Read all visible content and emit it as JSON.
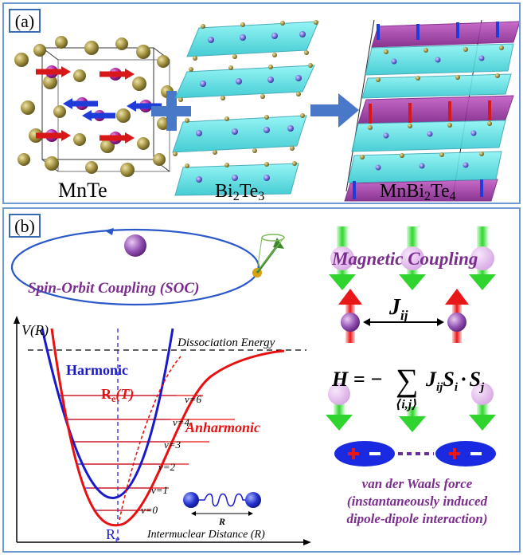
{
  "panel_a": {
    "tag": "(a)",
    "mnte_label": "MnTe",
    "bi2te3_label": {
      "base": "Bi",
      "sub1": "2",
      "mid": "Te",
      "sub2": "3"
    },
    "mnbi2te4_label": {
      "base": "MnBi",
      "sub1": "2",
      "mid": "Te",
      "sub2": "4"
    }
  },
  "panel_b": {
    "tag": "(b)",
    "soc_label": "Spin-Orbit Coupling (SOC)",
    "magnetic_label": "Magnetic Coupling",
    "jij": {
      "base": "J",
      "sub": "ij"
    },
    "hamiltonian": {
      "lhs": "H = −",
      "sum": "∑",
      "sum_sub": "⟨i,j⟩",
      "J": "J",
      "J_sub": "ij",
      "S1": "S",
      "S1_sub": "i",
      "dot": "·",
      "S2": "S",
      "S2_sub": "j"
    },
    "vdw_lines": [
      "van der Waals force",
      "(instantaneously induced",
      "dipole-dipole interaction)"
    ],
    "potential": {
      "yaxis_label": "V(R)",
      "dissociation_label": "Dissociation Energy",
      "harmonic_label": "Harmonic",
      "anharmonic_label": "Anharmonic",
      "ret_label": {
        "base": "R",
        "sub": "e",
        "arg": "(T)"
      },
      "re_label": {
        "base": "R",
        "sub": "e"
      },
      "xaxis_label": "Intermuclear Distance (R)",
      "spring_r_label": "R",
      "levels": [
        "ν=0",
        "ν=1",
        "ν=2",
        "ν=3",
        "ν=4",
        "ν=6"
      ]
    },
    "colors": {
      "harmonic": "#1a1acc",
      "anharmonic": "#e81010",
      "text_purple": "#7a2d8c"
    }
  }
}
